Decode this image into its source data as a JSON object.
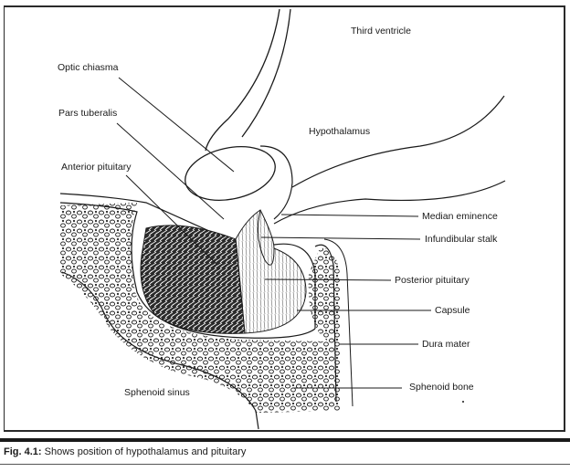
{
  "figure": {
    "caption_number": "Fig. 4.1:",
    "caption_text": "Shows position of hypothalamus and pituitary"
  },
  "labels": {
    "third_ventricle": "Third ventricle",
    "optic_chiasma": "Optic chiasma",
    "pars_tuberalis": "Pars tuberalis",
    "hypothalamus": "Hypothalamus",
    "anterior_pituitary": "Anterior pituitary",
    "median_eminence": "Median eminence",
    "infundibular_stalk": "Infundibular stalk",
    "posterior_pituitary": "Posterior pituitary",
    "capsule": "Capsule",
    "dura_mater": "Dura mater",
    "sphenoid_sinus": "Sphenoid sinus",
    "sphenoid_bone": "Sphenoid bone"
  },
  "colors": {
    "ink": "#1a1a1a",
    "paper": "#ffffff"
  }
}
